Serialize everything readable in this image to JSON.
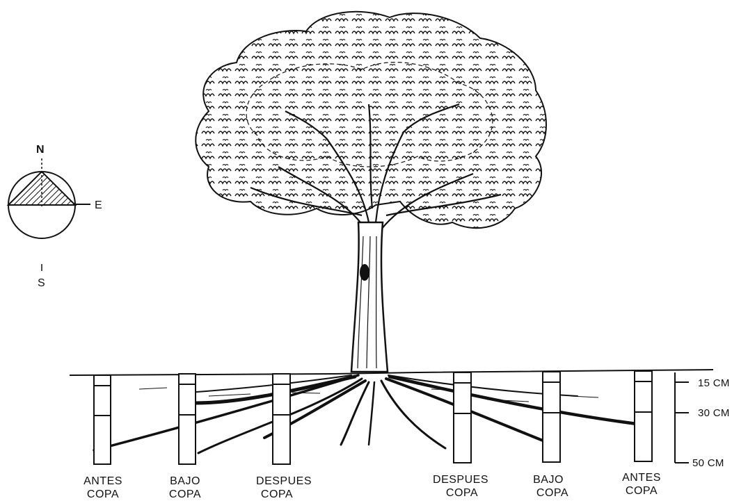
{
  "compass": {
    "north": "N",
    "east": "E",
    "south": "S"
  },
  "depth_scale": [
    {
      "label": "15 CM"
    },
    {
      "label": "30 CM"
    },
    {
      "label": "50 CM"
    }
  ],
  "pits": [
    {
      "line1": "ANTES",
      "line2": "COPA"
    },
    {
      "line1": "BAJO",
      "line2": "COPA"
    },
    {
      "line1": "DESPUES",
      "line2": "COPA"
    },
    {
      "line1": "DESPUES",
      "line2": "COPA"
    },
    {
      "line1": "BAJO",
      "line2": "COPA"
    },
    {
      "line1": "ANTES",
      "line2": "COPA"
    }
  ],
  "colors": {
    "ink": "#111111",
    "paper": "#ffffff"
  }
}
